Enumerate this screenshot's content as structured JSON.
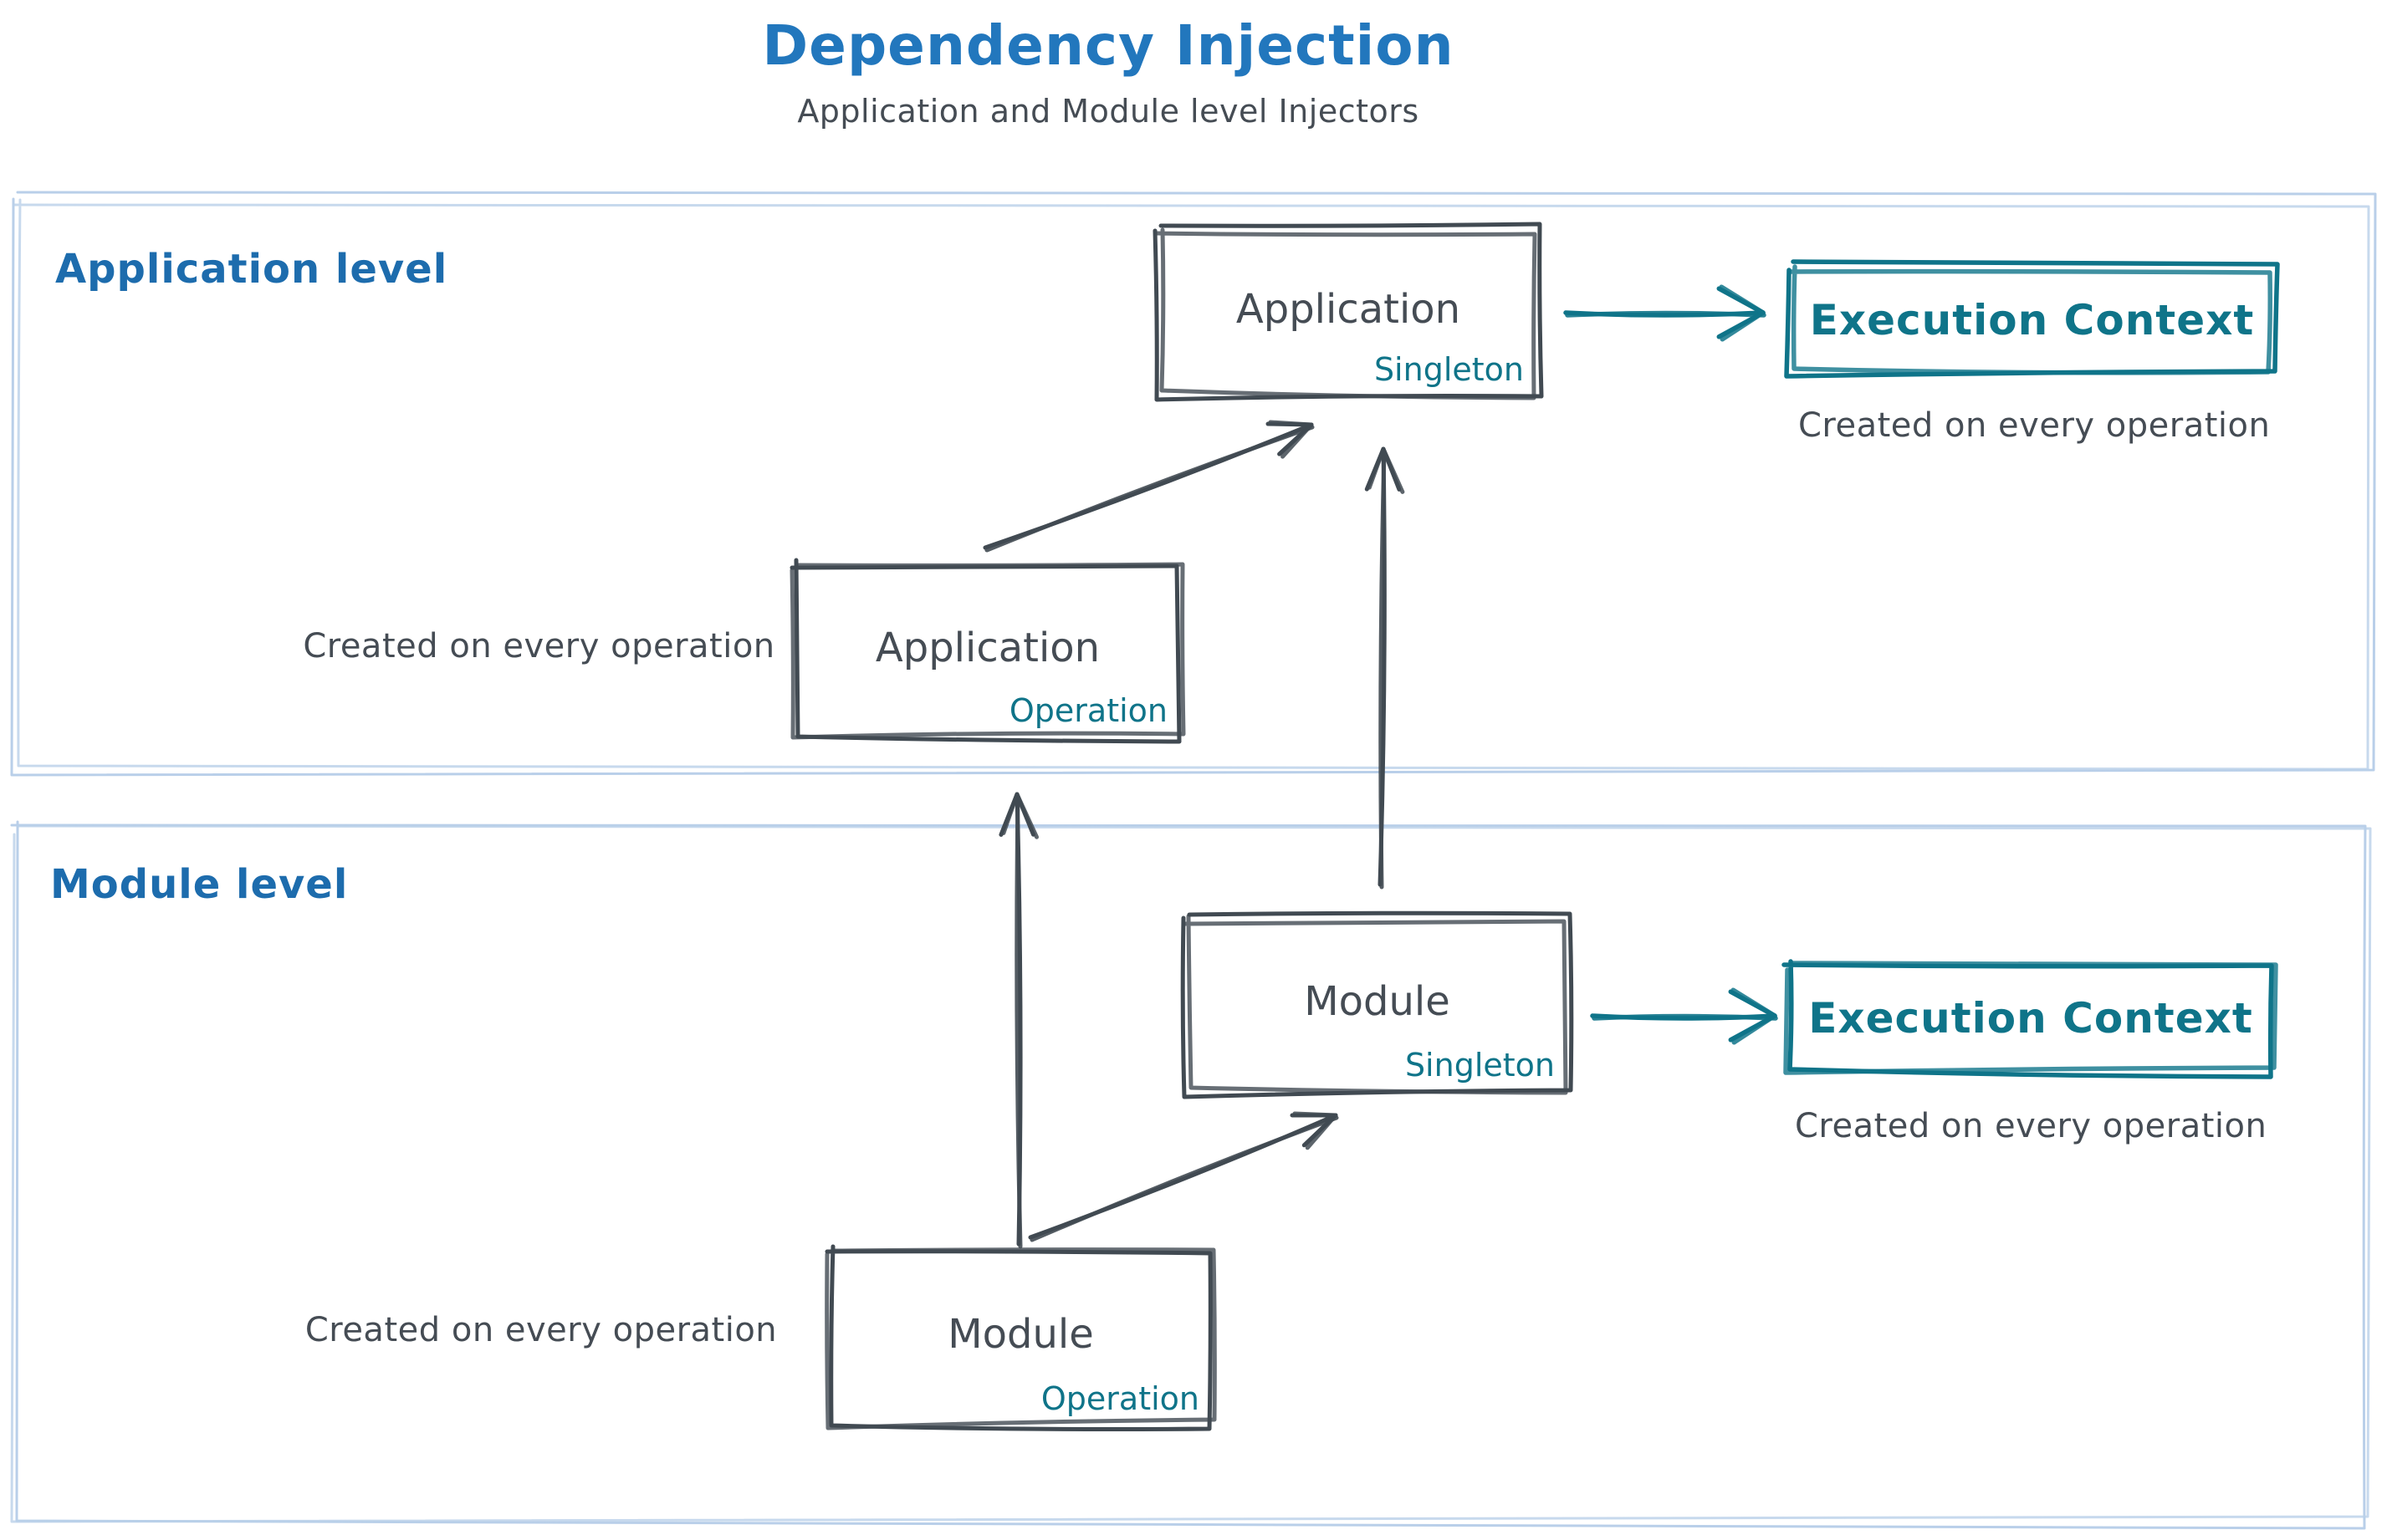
{
  "title": "Dependency Injection",
  "subtitle": "Application and Module level Injectors",
  "colors": {
    "title_blue": "#2277bd",
    "label_blue": "#1d6cad",
    "teal": "#0f7489",
    "ink": "#454c54",
    "ink_stroke": "#414a52",
    "section_border": "#b9cfe9",
    "background": "#ffffff"
  },
  "sections": [
    {
      "label": "Application level",
      "singleton_box": {
        "title": "Application",
        "badge": "Singleton"
      },
      "operation_box": {
        "title": "Application",
        "badge": "Operation"
      },
      "execution_box": {
        "title": "Execution Context"
      },
      "execution_caption": "Created on every operation",
      "operation_caption": "Created on every operation"
    },
    {
      "label": "Module level",
      "singleton_box": {
        "title": "Module",
        "badge": "Singleton"
      },
      "operation_box": {
        "title": "Module",
        "badge": "Operation"
      },
      "execution_box": {
        "title": "Execution Context"
      },
      "execution_caption": "Created on every operation",
      "operation_caption": "Created on every operation"
    }
  ]
}
